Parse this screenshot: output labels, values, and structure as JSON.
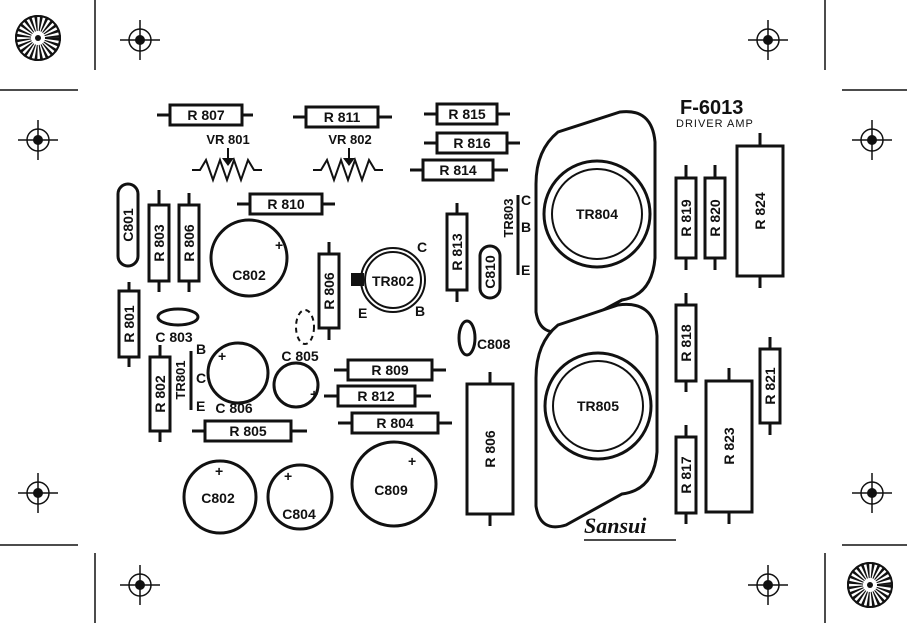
{
  "board": {
    "model": "F-6013",
    "title": "DRIVER AMP",
    "brand": "Sansui"
  },
  "resistors": {
    "r807": "R 807",
    "r811": "R 811",
    "r815": "R 815",
    "r816": "R 816",
    "r814": "R 814",
    "r810": "R 810",
    "r803": "R 803",
    "r806a": "R 806",
    "r806b": "R 806",
    "r813": "R 813",
    "r801": "R 801",
    "r802": "R 802",
    "r809": "R 809",
    "r812": "R 812",
    "r804": "R 804",
    "r805": "R 805",
    "r806c": "R 806",
    "r819": "R 819",
    "r820": "R 820",
    "r824": "R 824",
    "r818": "R 818",
    "r821": "R 821",
    "r817": "R 817",
    "r823": "R 823"
  },
  "capacitors": {
    "c801": "C801",
    "c802a": "C802",
    "c803": "C 803",
    "c806": "C 806",
    "c805": "C 805",
    "c808": "C808",
    "c810": "C810",
    "c802b": "C802",
    "c804": "C804",
    "c809": "C809",
    "plus": "+"
  },
  "potentiometers": {
    "vr801": "VR 801",
    "vr802": "VR 802"
  },
  "transistors": {
    "tr801": "TR801",
    "tr802": "TR802",
    "tr803": "TR803",
    "tr804": "TR804",
    "tr805": "TR805",
    "pins": {
      "b": "B",
      "c": "C",
      "e": "E"
    }
  }
}
